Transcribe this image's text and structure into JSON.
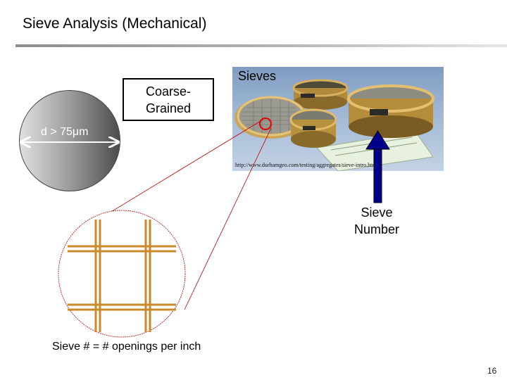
{
  "slide": {
    "title": "Sieve Analysis (Mechanical)",
    "slide_number": "16"
  },
  "grain": {
    "label": "Coarse-\nGrained",
    "dimension_label": "d > 75μm"
  },
  "photo": {
    "label": "Sieves",
    "url_text": "http://www.durhamgeo.com/testing/aggregates/sieve-intro.htm"
  },
  "sieve_number_label": "Sieve\nNumber",
  "caption": "Sieve # = # openings per inch",
  "colors": {
    "mesh_wire": "#c88a2a",
    "zoom_circle": "#c00000",
    "arrow": "#00008b",
    "title_rule": "#9a9a9a"
  }
}
